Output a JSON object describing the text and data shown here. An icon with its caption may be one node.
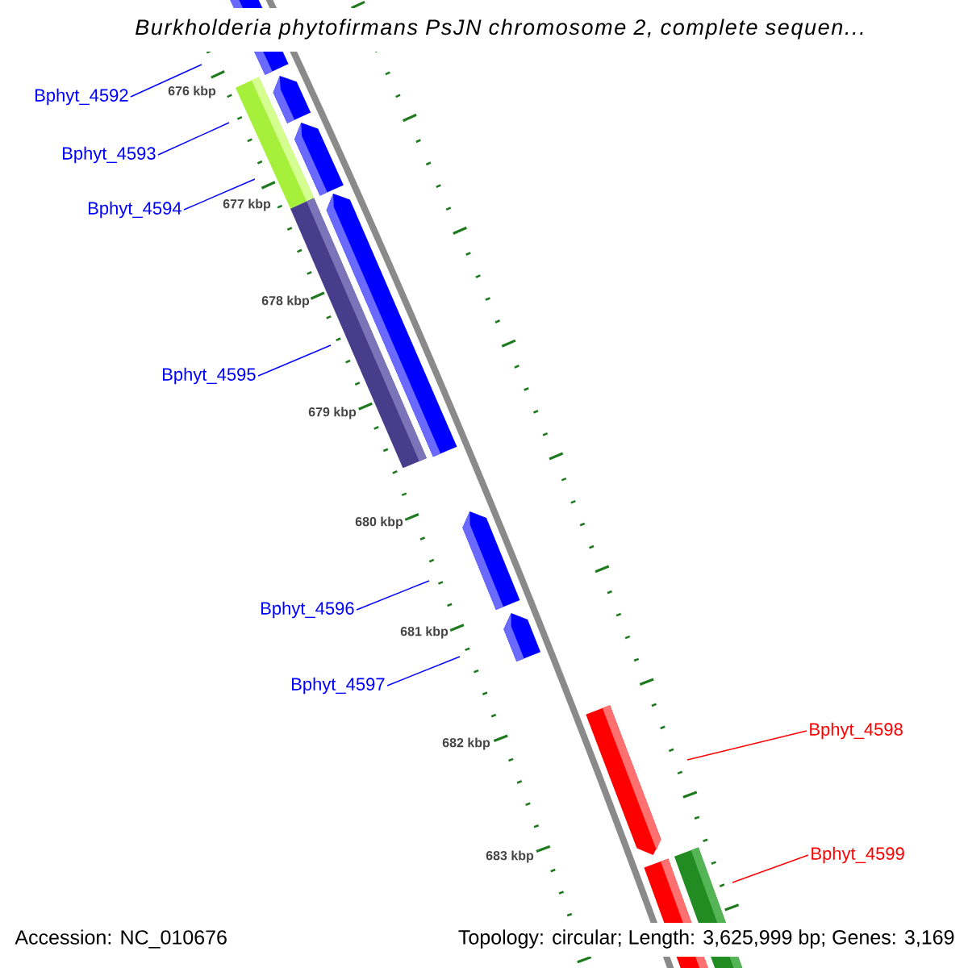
{
  "diagram": {
    "title": "Burkholderia phytofirmans PsJN chromosome 2, complete sequen...",
    "nodes": [
      {
        "text": [
          "Bphyt_4592"
        ]
      },
      {
        "text": [
          "Bphyt_4593"
        ]
      },
      {
        "text": [
          "Bphyt_4594"
        ]
      },
      {
        "text": [
          "Bphyt_4595"
        ]
      },
      {
        "text": [
          "Bphyt_4596"
        ]
      },
      {
        "text": [
          "Bphyt_4597"
        ]
      },
      {
        "text": [
          "Bphyt_4598"
        ]
      },
      {
        "text": [
          "Bphyt_4599"
        ]
      }
    ],
    "edges": [
      {
        "from": 0,
        "to": null,
        "arrow": "none"
      },
      {
        "from": 1,
        "to": null,
        "arrow": "none"
      },
      {
        "from": 2,
        "to": null,
        "arrow": "none"
      },
      {
        "from": 3,
        "to": null,
        "arrow": "none"
      },
      {
        "from": 4,
        "to": null,
        "arrow": "none"
      },
      {
        "from": 5,
        "to": null,
        "arrow": "none"
      },
      {
        "from": 6,
        "to": null,
        "arrow": "none",
        "color": "#ff0000"
      },
      {
        "from": 7,
        "to": null,
        "arrow": "none",
        "color": "#ff0000"
      }
    ],
    "labels": [
      "676 kbp",
      "677 kbp",
      "678 kbp",
      "679 kbp",
      "680 kbp",
      "681 kbp",
      "682 kbp",
      "683 kbp",
      "Accession: NC_010676",
      "Topology: circular; Length: 3,625,999 bp; Genes: 3,169"
    ]
  }
}
